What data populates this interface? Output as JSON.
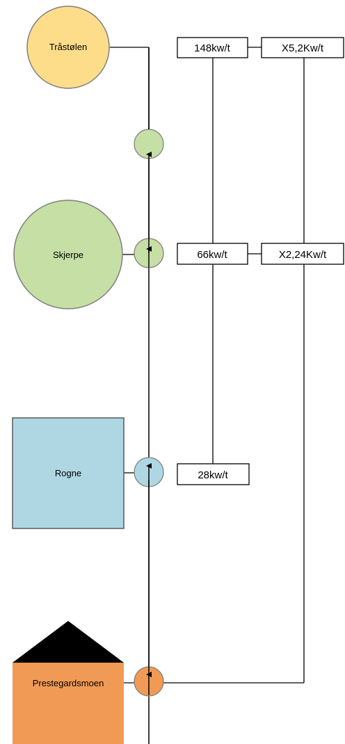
{
  "nodes": {
    "trastolen": {
      "label": "Tråstølen",
      "color": "#fedd8a",
      "shape": "circle"
    },
    "skjerpe": {
      "label": "Skjerpe",
      "color": "#c6dfa5",
      "shape": "circle"
    },
    "rogne": {
      "label": "Rogne",
      "color": "#aed7e3",
      "shape": "square"
    },
    "prestegardsmoen": {
      "label": "Prestegardsmoen",
      "color": "#f19a55",
      "roof_color": "#000000",
      "shape": "house"
    }
  },
  "junctions": {
    "green_color": "#c6dfa5",
    "blue_color": "#aed7e3",
    "orange_color": "#f19a55"
  },
  "boxes": {
    "b148": "148kw/t",
    "x52": "X5,2Kw/t",
    "b66": "66kw/t",
    "x224": "X2,24Kw/t",
    "b28": "28kw/t"
  }
}
